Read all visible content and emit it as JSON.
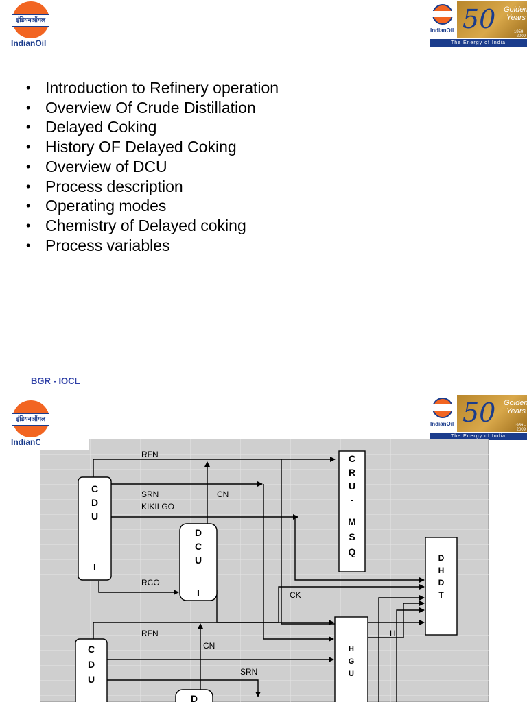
{
  "slide1": {
    "logo_left": {
      "script_text": "इंडियनऑयल",
      "name": "IndianOil"
    },
    "logo_right": {
      "mini_name": "IndianOil",
      "number": "50",
      "golden": "Golden",
      "years": "Years",
      "range": "1959 - 2009",
      "tagline": "The Energy of India"
    },
    "bullets": [
      "Introduction to Refinery operation",
      "Overview Of Crude Distillation",
      "Delayed Coking",
      "History OF Delayed Coking",
      "Overview of DCU",
      "Process description",
      "Operating modes",
      "Chemistry of Delayed coking",
      "Process variables"
    ],
    "footer": "BGR - IOCL"
  },
  "slide2": {
    "logo_left": {
      "script_text": "इंडियनऑयल",
      "name": "IndianOil"
    },
    "logo_right": {
      "mini_name": "IndianOil",
      "number": "50",
      "golden": "Golden",
      "years": "Years",
      "range": "1959 - 2009",
      "tagline": "The Energy of India"
    },
    "diagram": {
      "units": {
        "cdu1": [
          "C",
          "D",
          "U",
          "",
          "I"
        ],
        "dcu1": [
          "D",
          "C",
          "U",
          "",
          "I"
        ],
        "cru": [
          "C",
          "R",
          "U",
          "-",
          "M",
          "S",
          "Q"
        ],
        "dhdt": [
          "D",
          "H",
          "D",
          "T"
        ],
        "cdu2": [
          "C",
          "D",
          "U"
        ],
        "hgu": [
          "H",
          "G",
          "U"
        ],
        "dcu2": [
          "D"
        ]
      },
      "labels": {
        "rfn_top": "RFN",
        "srn": "SRN",
        "kikii_go": "KIKII GO",
        "cn_top": "CN",
        "rco": "RCO",
        "ck": "CK",
        "rfn_bottom": "RFN",
        "cn_bottom": "CN",
        "srn_bottom": "SRN",
        "h": "H"
      },
      "colors": {
        "background": "#cfcfcf",
        "grid": "#e6e6e6",
        "line": "#000000"
      }
    }
  }
}
